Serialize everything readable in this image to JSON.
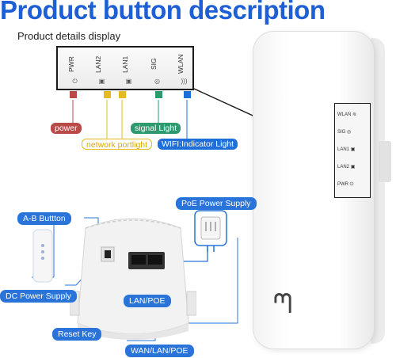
{
  "title": "Product button description",
  "subtitle": "Product details display",
  "panel_leds": [
    {
      "label": "PWR",
      "icon": "power-icon"
    },
    {
      "label": "LAN2",
      "icon": "ethernet-icon"
    },
    {
      "label": "LAN1",
      "icon": "ethernet-icon"
    },
    {
      "label": "SIG",
      "icon": "signal-icon"
    },
    {
      "label": "WLAN",
      "icon": "wifi-icon"
    }
  ],
  "indicator_tags": {
    "power": "power",
    "network": "network portlight",
    "signal": "signal Light",
    "wifi": "WIFI:Indicator Light"
  },
  "device_leds": [
    {
      "label": "WLAN",
      "icon": "wifi-icon"
    },
    {
      "label": "SIG",
      "icon": "signal-icon"
    },
    {
      "label": "LAN1",
      "icon": "ethernet-icon"
    },
    {
      "label": "LAN2",
      "icon": "ethernet-icon"
    },
    {
      "label": "PWR",
      "icon": "power-icon"
    }
  ],
  "callouts": {
    "ab_button": "A-B Buttton",
    "poe_supply": "PoE Power Supply",
    "dc_supply": "DC Power Supply",
    "lan_poe": "LAN/POE",
    "reset": "Reset Key",
    "wan_lan_poe": "WAN/LAN/POE"
  },
  "colors": {
    "title": "#1f5fd6",
    "power": "#b84a48",
    "network": "#e5bb20",
    "signal": "#2c9a6e",
    "wifi": "#1e6fd9",
    "callout": "#2a73d9"
  }
}
